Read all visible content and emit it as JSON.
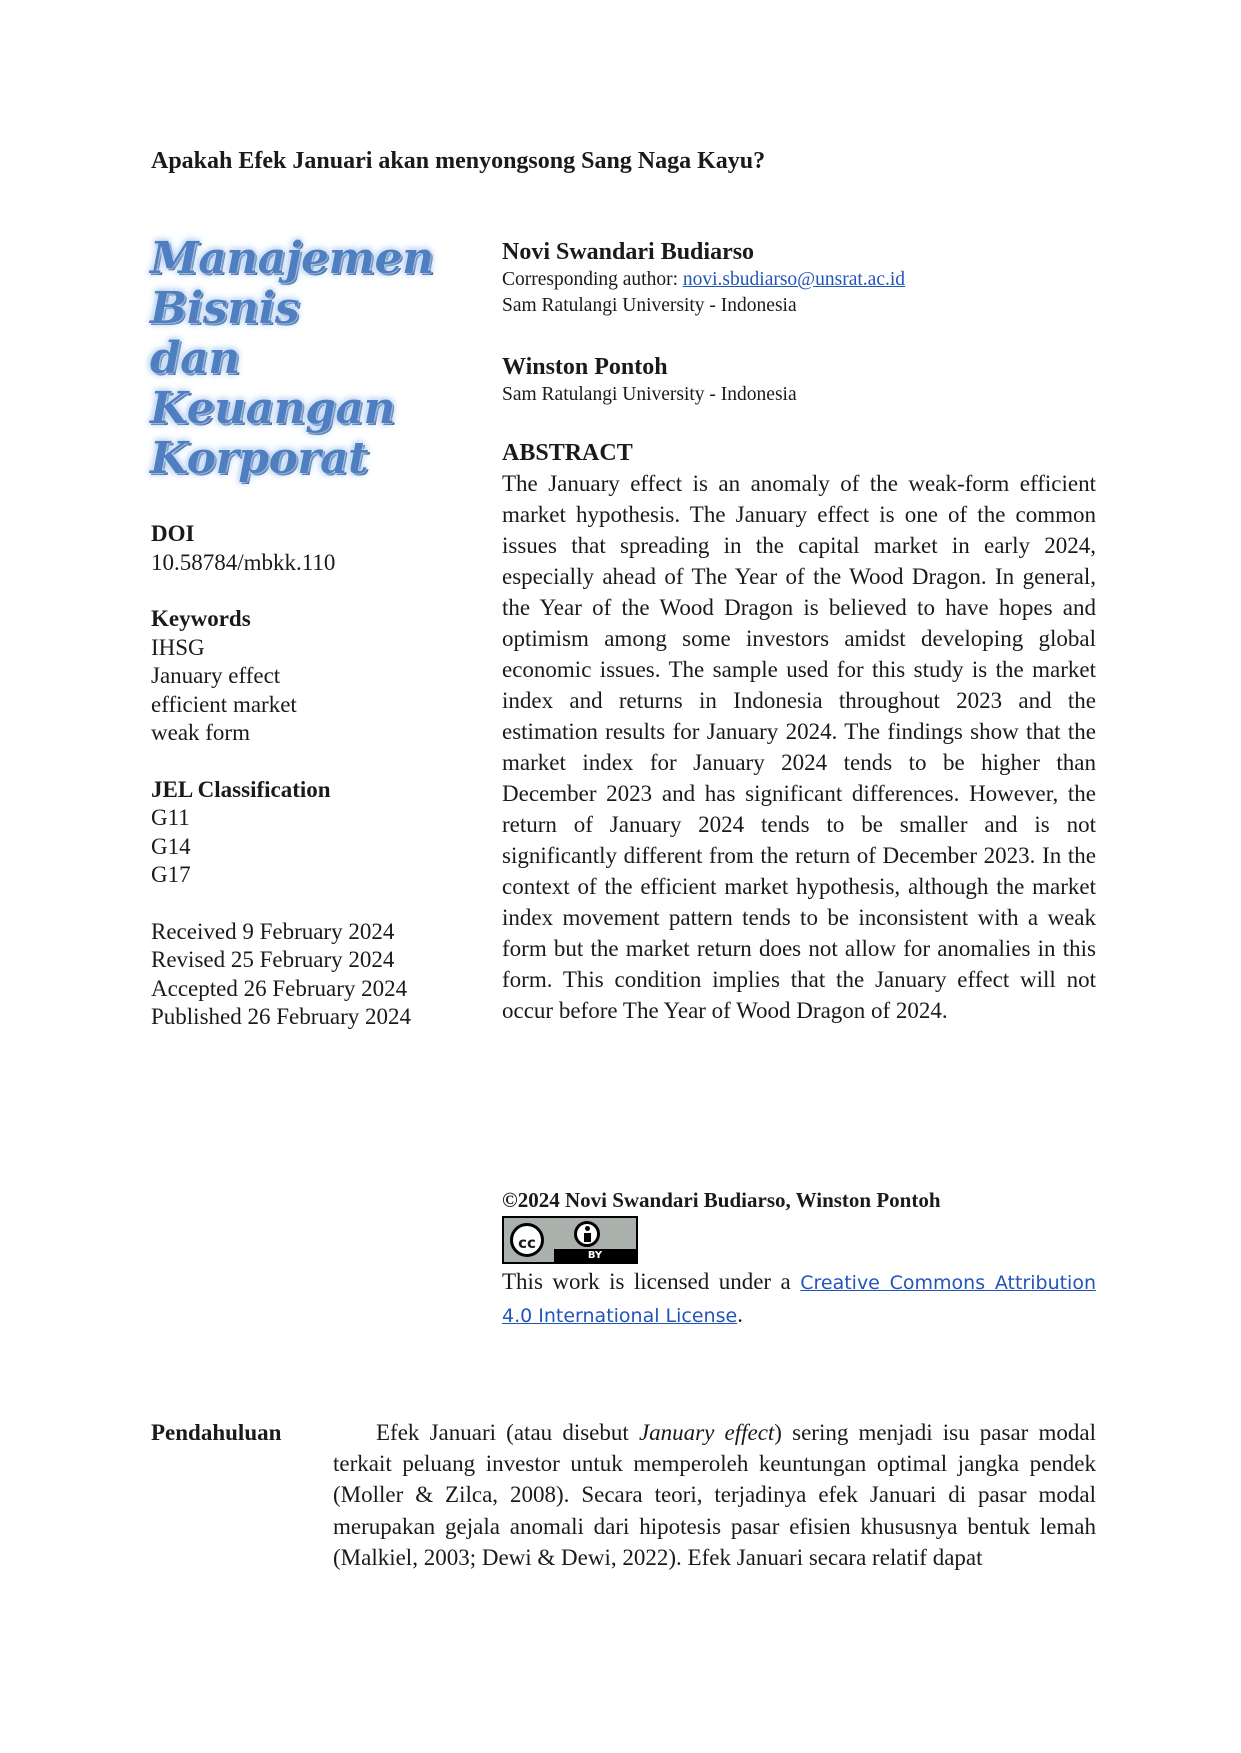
{
  "title": "Apakah Efek Januari akan menyongsong Sang Naga Kayu?",
  "journal_logo": [
    "Manajemen",
    "Bisnis",
    "dan",
    "Keuangan",
    "Korporat"
  ],
  "sidebar": {
    "doi_label": "DOI",
    "doi": "10.58784/mbkk.110",
    "keywords_label": "Keywords",
    "keywords": [
      "IHSG",
      "January effect",
      "efficient market",
      "weak form"
    ],
    "jel_label": "JEL Classification",
    "jel": [
      "G11",
      "G14",
      "G17"
    ],
    "dates": [
      "Received 9 February 2024",
      "Revised 25 February 2024",
      "Accepted 26 February 2024",
      "Published 26 February 2024"
    ]
  },
  "authors": [
    {
      "name": "Novi Swandari Budiarso",
      "corresponding_prefix": "Corresponding author: ",
      "email": "novi.sbudiarso@unsrat.ac.id",
      "affiliation": "Sam Ratulangi University - Indonesia"
    },
    {
      "name": "Winston Pontoh",
      "affiliation": "Sam Ratulangi University - Indonesia"
    }
  ],
  "abstract": {
    "heading": "ABSTRACT",
    "text": "The January effect is an anomaly of the weak-form efficient market hypothesis. The January effect is one of the common issues that spreading in the capital market in early 2024, especially ahead of The Year of the Wood Dragon. In general, the Year of the Wood Dragon is believed to have hopes and optimism among some investors amidst developing global economic issues. The sample used for this study is the market index and returns in Indonesia throughout 2023 and the estimation results for January 2024. The findings show that the market index for January 2024 tends to be higher than December 2023 and has significant differences. However, the return of January 2024 tends to be smaller and is not significantly different from the return of December 2023. In the context of the efficient market hypothesis, although the market index movement pattern tends to be inconsistent with a weak form but the market return does not allow for anomalies in this form. This condition implies that the January effect will not occur before The Year of Wood Dragon of 2024."
  },
  "copyright": "©2024 Novi Swandari Budiarso, Winston Pontoh",
  "cc_badge": {
    "cc": "cc",
    "by": "BY"
  },
  "license": {
    "prefix": "This work is licensed under a ",
    "link": "Creative Commons Attribution 4.0 International License",
    "suffix": "."
  },
  "intro": {
    "heading": "Pendahuluan",
    "part1": "Efek Januari (atau disebut ",
    "italic": "January effect",
    "part2": ") sering menjadi isu pasar modal terkait peluang investor untuk memperoleh keuntungan optimal jangka pendek (Moller & Zilca, 2008). Secara teori, terjadinya efek Januari di pasar modal merupakan gejala anomali dari hipotesis pasar efisien khususnya bentuk lemah (Malkiel, 2003; Dewi & Dewi, 2022). Efek Januari secara relatif dapat"
  }
}
